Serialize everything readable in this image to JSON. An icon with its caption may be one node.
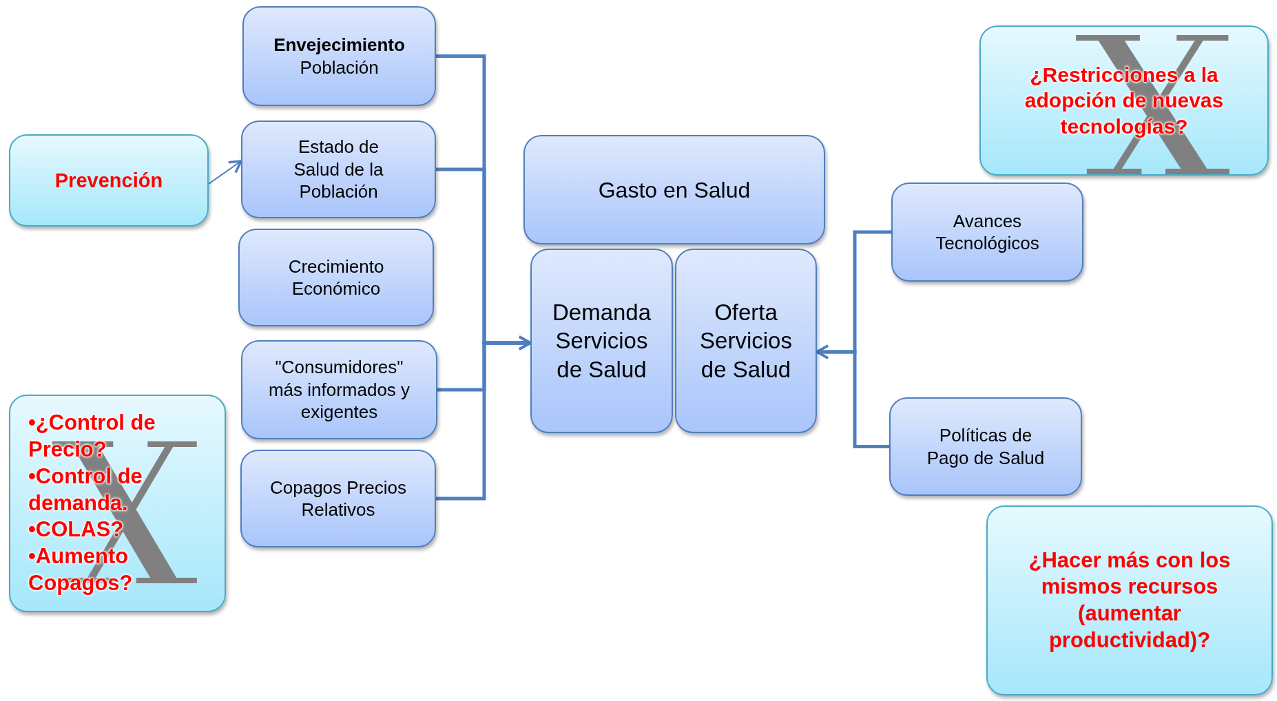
{
  "diagram": {
    "nodes": [
      {
        "text": [
          "Prevención"
        ]
      },
      {
        "text": [
          "Envejecimiento",
          "Población"
        ]
      },
      {
        "text": [
          "Estado de Salud de la Población"
        ]
      },
      {
        "text": [
          "Crecimiento Económico"
        ]
      },
      {
        "text": [
          "\"Consumidores\" más informados y exigentes"
        ]
      },
      {
        "text": [
          "Copagos Precios Relativos"
        ]
      },
      {
        "text": [
          "•¿Control de Precio?",
          "•Control de demanda.",
          "•COLAS?",
          "•Aumento Copagos?"
        ]
      },
      {
        "text": [
          "Gasto en Salud"
        ]
      },
      {
        "text": [
          "Demanda Servicios de Salud"
        ]
      },
      {
        "text": [
          "Oferta Servicios de Salud"
        ]
      },
      {
        "text": [
          "¿Restricciones a la adopción de nuevas tecnologías?"
        ]
      },
      {
        "text": [
          "Avances Tecnológicos"
        ]
      },
      {
        "text": [
          "Políticas de Pago de Salud"
        ]
      },
      {
        "text": [
          "¿Hacer más con los mismos recursos (aumentar productividad)?"
        ]
      }
    ],
    "edges": [
      {
        "from": 0,
        "to": 2,
        "arrow": "to"
      },
      {
        "from": 1,
        "to": 8,
        "arrow": "to"
      },
      {
        "from": 2,
        "to": 8,
        "arrow": "to"
      },
      {
        "from": 4,
        "to": 8,
        "arrow": "to"
      },
      {
        "from": 5,
        "to": 8,
        "arrow": "to"
      },
      {
        "from": 11,
        "to": 9,
        "arrow": "to"
      },
      {
        "from": 12,
        "to": 9,
        "arrow": "to"
      }
    ]
  }
}
